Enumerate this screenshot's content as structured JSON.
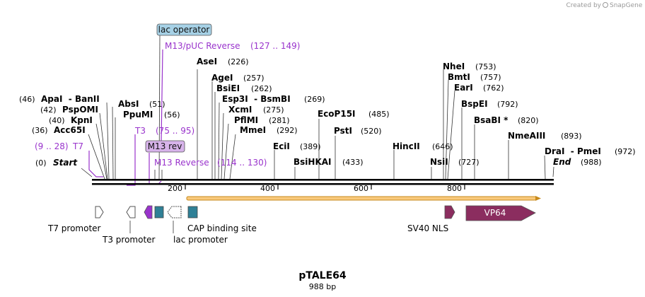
{
  "credit": {
    "text": "Created by",
    "brand": "SnapGene"
  },
  "sequence": {
    "name": "pTALE64",
    "length_label": "988 bp",
    "length": 988
  },
  "axis_ticks": [
    "200",
    "400",
    "600",
    "800"
  ],
  "enzymes": [
    {
      "pos": "(0)",
      "name": "Start",
      "style": "italic"
    },
    {
      "pos": "(36)",
      "name": "Acc65I"
    },
    {
      "pos": "(40)",
      "name": "KpnI"
    },
    {
      "pos": "(42)",
      "name": "PspOMI"
    },
    {
      "pos": "(46)",
      "name": "ApaI  - BanII"
    },
    {
      "name": "AbsI",
      "pos": "(51)"
    },
    {
      "name": "PpuMI",
      "pos": "(56)"
    },
    {
      "name": "AseI",
      "pos": "(226)"
    },
    {
      "name": "AgeI",
      "pos": "(257)"
    },
    {
      "name": "BsiEI",
      "pos": "(262)"
    },
    {
      "name": "Esp3I  - BsmBI",
      "pos": "(269)"
    },
    {
      "name": "XcmI",
      "pos": "(275)"
    },
    {
      "name": "PflMI",
      "pos": "(281)"
    },
    {
      "name": "MmeI",
      "pos": "(292)"
    },
    {
      "name": "EciI",
      "pos": "(389)"
    },
    {
      "name": "BsiHKAI",
      "pos": "(433)"
    },
    {
      "name": "EcoP15I",
      "pos": "(485)"
    },
    {
      "name": "PstI",
      "pos": "(520)"
    },
    {
      "name": "HincII",
      "pos": "(646)"
    },
    {
      "name": "NsiI",
      "pos": "(727)"
    },
    {
      "name": "NheI",
      "pos": "(753)"
    },
    {
      "name": "BmtI",
      "pos": "(757)"
    },
    {
      "name": "EarI",
      "pos": "(762)"
    },
    {
      "name": "BspEI",
      "pos": "(792)"
    },
    {
      "name": "BsaBI *",
      "pos": "(820)"
    },
    {
      "name": "NmeAIII",
      "pos": "(893)"
    },
    {
      "name": "DraI  - PmeI",
      "pos": "(972)"
    },
    {
      "name": "End",
      "pos": "(988)",
      "style": "italic"
    }
  ],
  "primers": [
    {
      "name": "T7",
      "range": "(9 .. 28)"
    },
    {
      "name": "T3",
      "range": "(75 .. 95)"
    },
    {
      "name": "M13/pUC Reverse",
      "range": "(127 .. 149)"
    },
    {
      "name": "M13 Reverse",
      "range": "(114 .. 130)"
    },
    {
      "name": "M13 rev",
      "boxed": true
    }
  ],
  "annotations": [
    {
      "name": "lac operator",
      "boxed": true
    }
  ],
  "features": [
    {
      "name": "T7 promoter",
      "kind": "promoter"
    },
    {
      "name": "T3 promoter",
      "kind": "promoter"
    },
    {
      "name": "lac promoter",
      "kind": "promoter"
    },
    {
      "name": "CAP binding site",
      "kind": "protein_bind"
    },
    {
      "name": "SV40 NLS",
      "kind": "cds"
    },
    {
      "name": "VP64",
      "kind": "cds"
    }
  ],
  "colors": {
    "primer": "#9933cc",
    "cds": "#8b2d5f",
    "protein_bind": "#2f8096",
    "orf_fill": "#f9c97c",
    "orf_stroke": "#c78a1c",
    "operator_fill": "#a6d1e6",
    "m13rev_fill": "#d7b3ea"
  }
}
